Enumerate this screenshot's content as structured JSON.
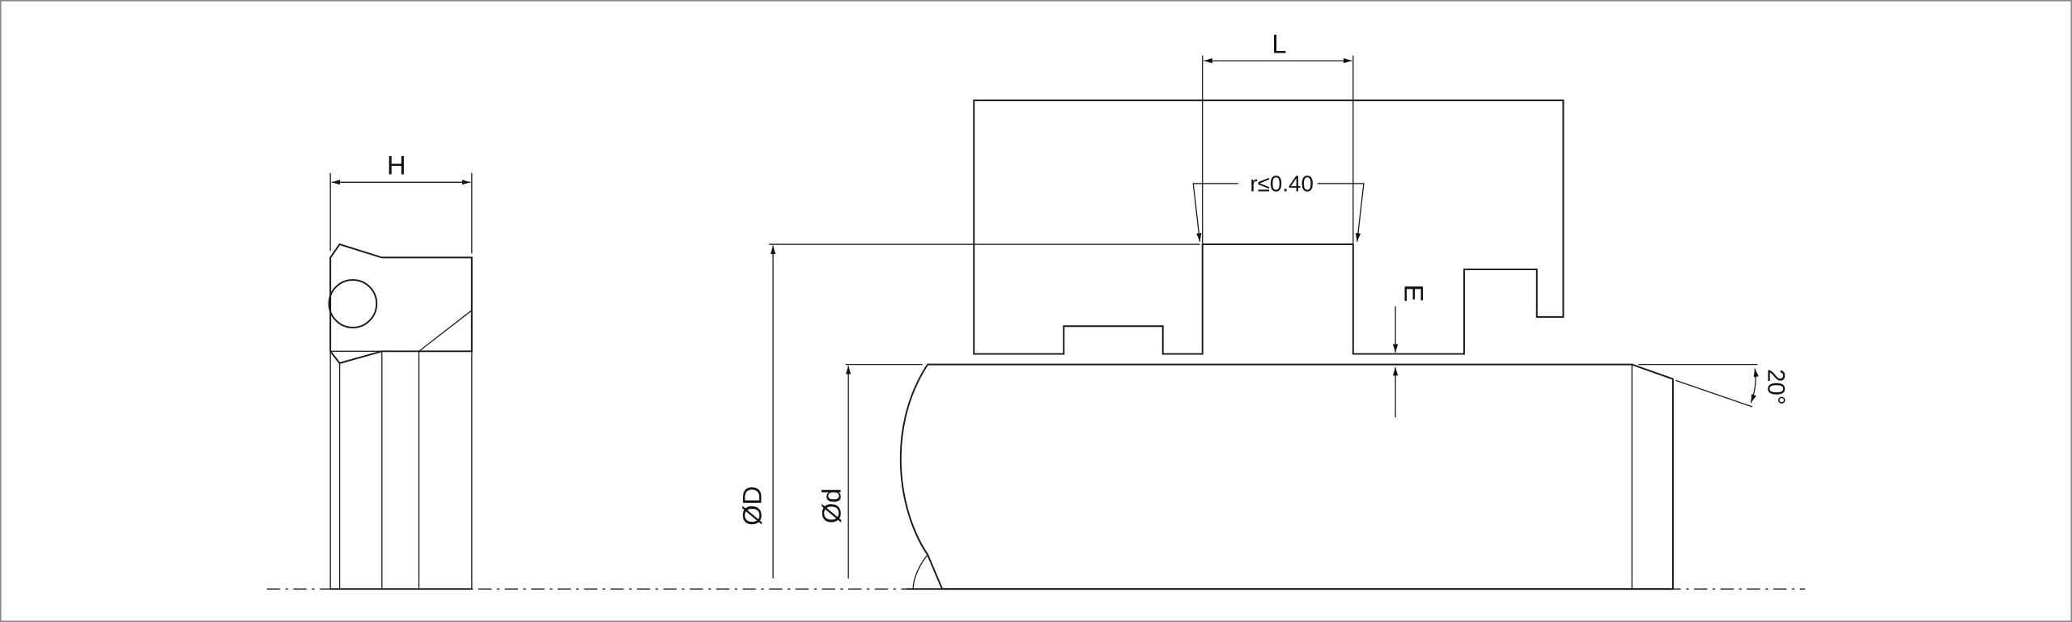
{
  "labels": {
    "H": "H",
    "L": "L",
    "radius": "r≤0.40",
    "E": "E",
    "D": "ØD",
    "d": "Ød",
    "angle": "20°"
  },
  "colors": {
    "line": "#1a1a1a",
    "housing_light": "#fafafa",
    "housing_dark": "#e2e3e5",
    "seal": "#d3d4d6",
    "oring": "#bdbec0",
    "frame": "#8a8a8a"
  }
}
